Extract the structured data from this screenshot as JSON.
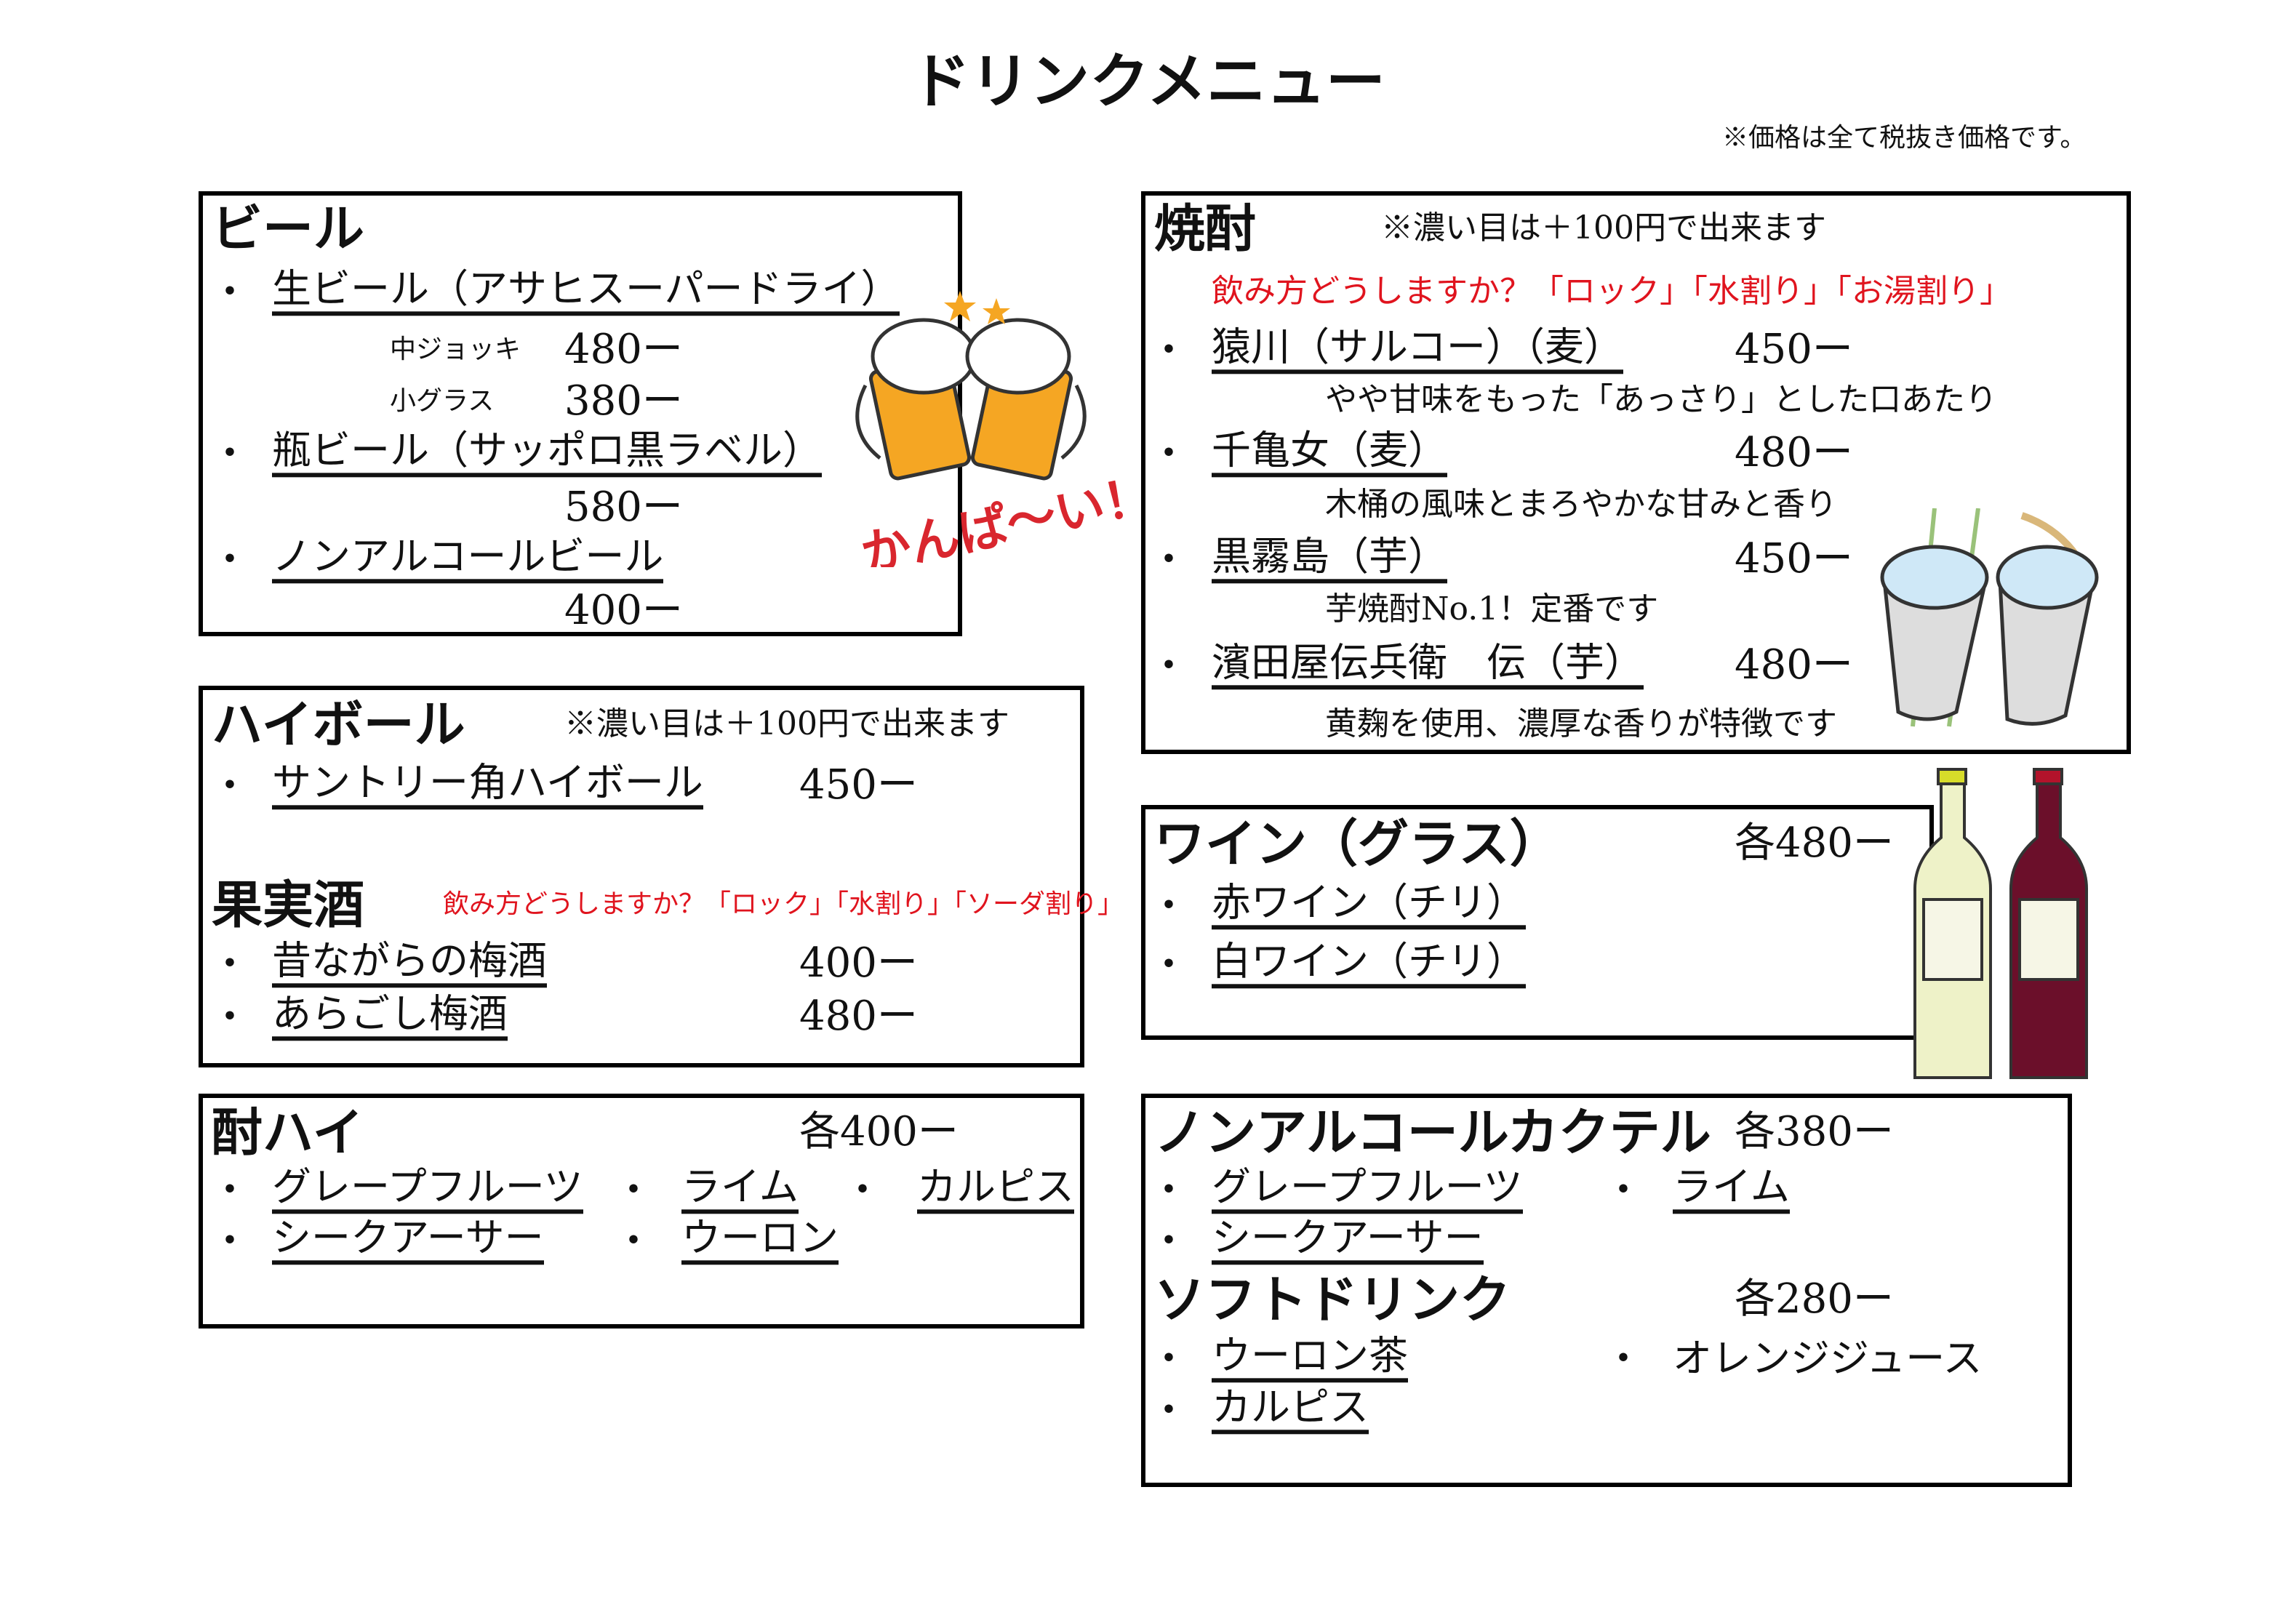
{
  "title": "ドリンクメニュー",
  "tax_note": "※価格は全て税抜き価格です。",
  "bullet": "・",
  "colors": {
    "accent_red": "#e0141e",
    "beer": "#f5a623",
    "white_wine": "#eef2c8",
    "red_wine": "#6b0f2a"
  },
  "beer": {
    "heading": "ビール",
    "items": [
      {
        "name": "生ビール（アサヒスーパードライ）",
        "sizes": [
          {
            "label": "中ジョッキ",
            "price": "480ー"
          },
          {
            "label": "小グラス",
            "price": "380ー"
          }
        ]
      },
      {
        "name": "瓶ビール（サッポロ黒ラベル）",
        "price": "580ー"
      },
      {
        "name": "ノンアルコールビール",
        "price": "400ー"
      }
    ],
    "illustration_text": "かんぱ〜い！"
  },
  "highball": {
    "heading": "ハイボール",
    "note": "※濃い目は＋100円で出来ます",
    "items": [
      {
        "name": "サントリー角ハイボール",
        "price": "450ー"
      }
    ]
  },
  "fruit_wine": {
    "heading": "果実酒",
    "note": "飲み方どうしますか？「ロック」「水割り」「ソーダ割り」",
    "items": [
      {
        "name": "昔ながらの梅酒",
        "price": "400ー"
      },
      {
        "name": "あらごし梅酒",
        "price": "480ー"
      }
    ]
  },
  "chuhai": {
    "heading": "酎ハイ",
    "price": "各400ー",
    "items": [
      "グレープフルーツ",
      "ライム",
      "カルピス",
      "シークアーサー",
      "ウーロン"
    ]
  },
  "shochu": {
    "heading": "焼酎",
    "note": "※濃い目は＋100円で出来ます",
    "style_note": "飲み方どうしますか？「ロック」「水割り」「お湯割り」",
    "items": [
      {
        "name": "猿川（サルコー）（麦）",
        "price": "450ー",
        "desc": "やや甘味をもった「あっさり」とした口あたり"
      },
      {
        "name": "千亀女（麦）",
        "price": "480ー",
        "desc": "木桶の風味とまろやかな甘みと香り"
      },
      {
        "name": "黒霧島（芋）",
        "price": "450ー",
        "desc": "芋焼酎No.1！定番です"
      },
      {
        "name": "濱田屋伝兵衛　伝（芋）",
        "price": "480ー",
        "desc": "黄麹を使用、濃厚な香りが特徴です"
      }
    ]
  },
  "wine": {
    "heading": "ワイン（グラス）",
    "price": "各480ー",
    "items": [
      "赤ワイン（チリ）",
      "白ワイン（チリ）"
    ]
  },
  "nonalc_cocktail": {
    "heading": "ノンアルコールカクテル",
    "price": "各380ー",
    "items": [
      "グレープフルーツ",
      "ライム",
      "シークアーサー"
    ]
  },
  "soft_drink": {
    "heading": "ソフトドリンク",
    "price": "各280ー",
    "items": [
      "ウーロン茶",
      "オレンジジュース",
      "カルピス"
    ]
  }
}
